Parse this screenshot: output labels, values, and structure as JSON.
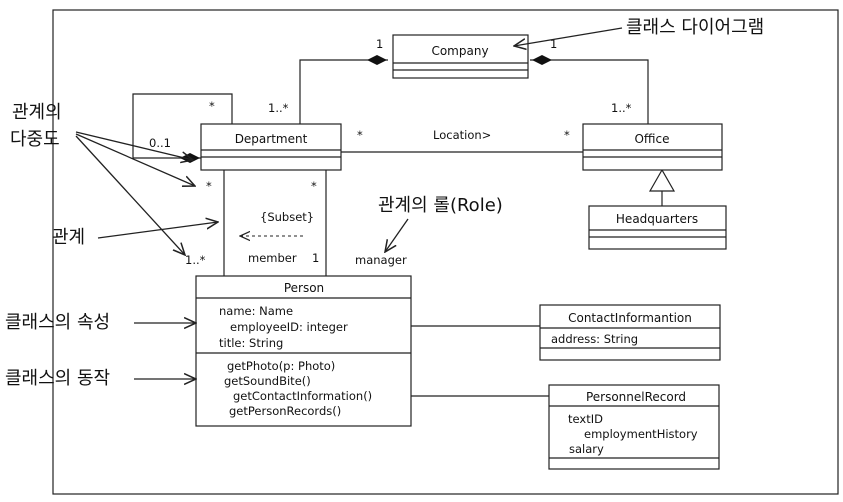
{
  "annotations": {
    "class_diagram": "클래스 다이어그램",
    "multiplicity_line1": "관계의",
    "multiplicity_line2": "다중도",
    "relationship": "관계",
    "role": "관계의 롤(Role)",
    "attributes": "클래스의 속성",
    "operations": "클래스의 동작"
  },
  "classes": {
    "company": {
      "name": "Company"
    },
    "department": {
      "name": "Department"
    },
    "office": {
      "name": "Office"
    },
    "headquarters": {
      "name": "Headquarters"
    },
    "person": {
      "name": "Person",
      "attributes": [
        "name: Name",
        "employeeID: integer",
        "title: String"
      ],
      "operations": [
        "getPhoto(p: Photo)",
        "getSoundBite()",
        "getContactInformation()",
        "getPersonRecords()"
      ]
    },
    "contact": {
      "name": "ContactInformantion",
      "attributes": [
        "address: String"
      ]
    },
    "personnel": {
      "name": "PersonnelRecord",
      "attributes": [
        "textID",
        "employmentHistory",
        "salary"
      ]
    }
  },
  "labels": {
    "location": "Location>",
    "subset": "{Subset}",
    "member": "member",
    "manager": "manager"
  },
  "multiplicities": {
    "company_dept": "1",
    "company_office": "1",
    "dept_top": "1..*",
    "office_top": "1..*",
    "self_star": "*",
    "self_zero_one": "0..1",
    "dept_loc": "*",
    "office_loc": "*",
    "dept_left_star": "*",
    "dept_right_star": "*",
    "person_member_mult": "1..*",
    "member_one": "1"
  }
}
